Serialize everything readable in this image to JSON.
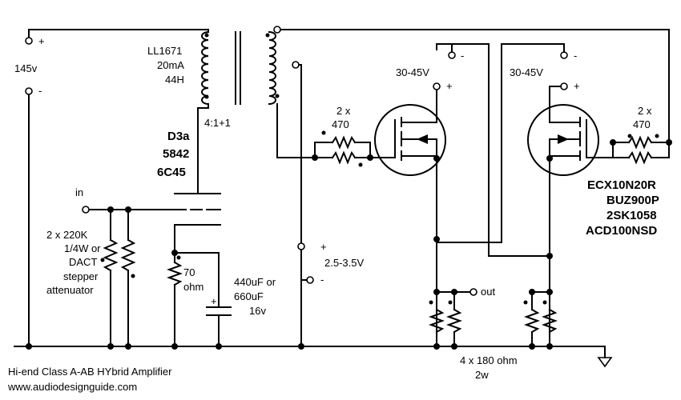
{
  "labels": {
    "supply_plus": "+",
    "supply_minus": "-",
    "supply_voltage": "145v",
    "transformer_model": "LL1671",
    "transformer_current": "20mA",
    "transformer_inductance": "44H",
    "transformer_ratio": "4:1+1",
    "tube_1": "D3a",
    "tube_2": "5842",
    "tube_3": "6C45",
    "input": "in",
    "input_res_1": "2 x 220K",
    "input_res_2": "1/4W or",
    "input_res_3": "DACT",
    "input_res_4": "stepper",
    "input_res_5": "attenuator",
    "cathode_res_1": "70",
    "cathode_res_2": "ohm",
    "cap_1": "440uF or",
    "cap_2": "660uF",
    "cap_3": "16v",
    "cap_plus": "+",
    "bias_plus": "+",
    "bias_minus": "-",
    "bias_voltage": "2.5-3.5V",
    "gate_res_l_1": "2 x",
    "gate_res_l_2": "470",
    "gate_res_r_1": "2 x",
    "gate_res_r_2": "470",
    "mosfet_supply_l": "30-45V",
    "mosfet_supply_l_plus": "+",
    "mosfet_supply_l_minus": "-",
    "mosfet_supply_r": "30-45V",
    "mosfet_supply_r_plus": "+",
    "mosfet_supply_r_minus": "-",
    "mosfet_1": "ECX10N20R",
    "mosfet_2": "BUZ900P",
    "mosfet_3": "2SK1058",
    "mosfet_4": "ACD100NSD",
    "output": "out",
    "out_res_1": "4 x 180 ohm",
    "out_res_2": "2w",
    "footer_title": "Hi-end Class A-AB HYbrid Amplifier",
    "footer_url": "www.audiodesignguide.com"
  }
}
